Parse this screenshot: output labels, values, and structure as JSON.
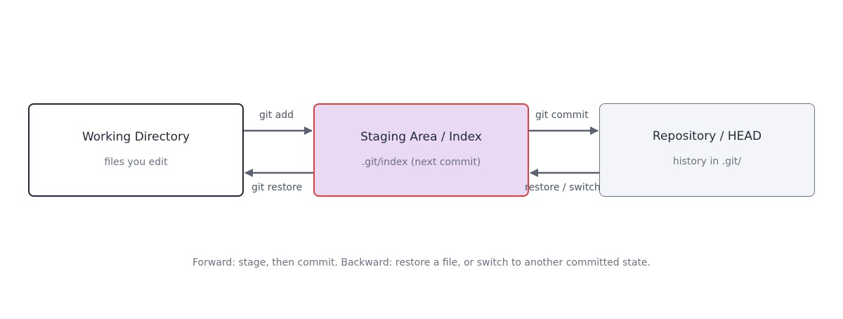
{
  "nodes": {
    "working": {
      "title": "Working Directory",
      "subtitle": "files you edit",
      "border_color": "#1f2937",
      "fill_color": "#ffffff"
    },
    "staging": {
      "title": "Staging Area / Index",
      "subtitle": ".git/index (next commit)",
      "border_color": "#dc3e3e",
      "fill_color": "#ead9f3"
    },
    "repo": {
      "title": "Repository / HEAD",
      "subtitle": "history in .git/",
      "border_color": "#6b7280",
      "fill_color": "#f3f5f9"
    }
  },
  "edges": {
    "git_add": "git add",
    "git_restore": "git restore",
    "git_commit": "git commit",
    "restore_switch": "restore / switch"
  },
  "edge_color": "#5a6272",
  "caption": "Forward: stage, then commit. Backward: restore a file, or switch to another committed state."
}
